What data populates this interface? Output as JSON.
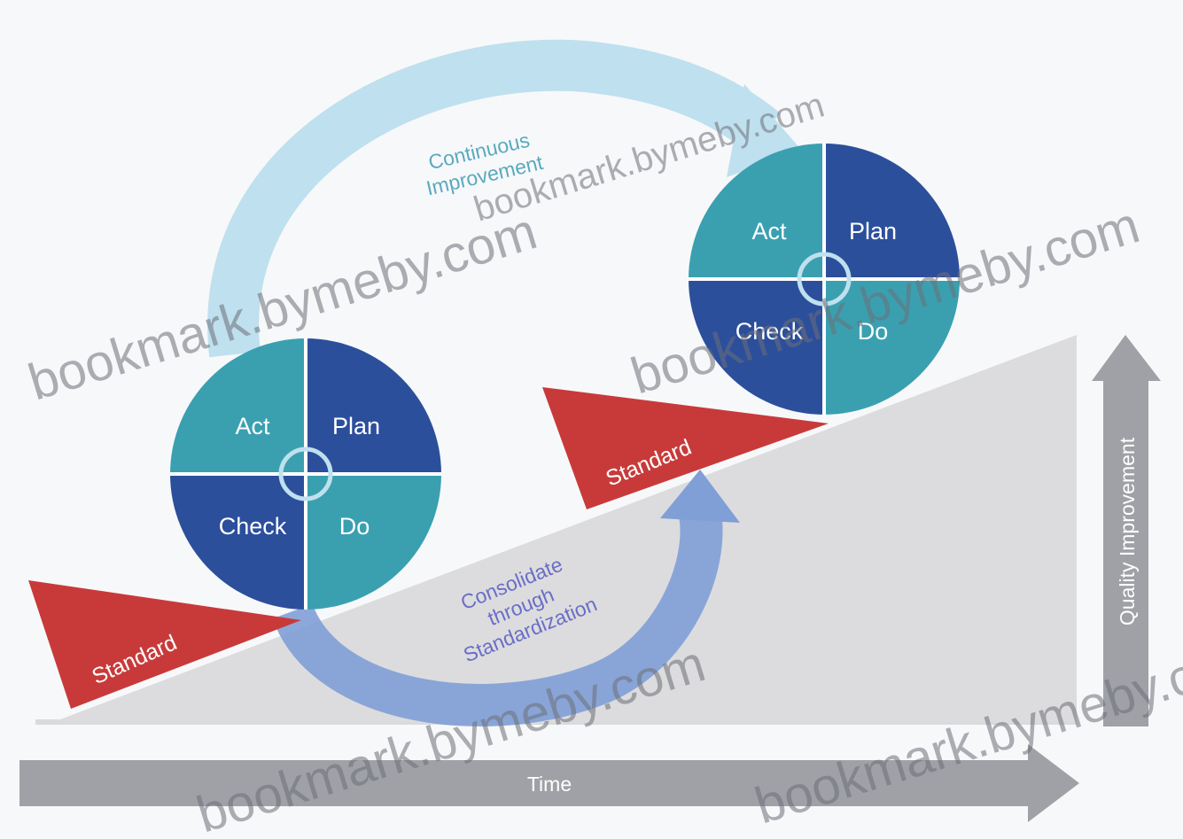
{
  "cycles": [
    {
      "quadrants": {
        "act": "Act",
        "plan": "Plan",
        "check": "Check",
        "do": "Do"
      },
      "standard_label": "Standard"
    },
    {
      "quadrants": {
        "act": "Act",
        "plan": "Plan",
        "check": "Check",
        "do": "Do"
      },
      "standard_label": "Standard"
    }
  ],
  "arrows": {
    "improvement": {
      "line1": "Continuous",
      "line2": "Improvement"
    },
    "consolidate": {
      "line1": "Consolidate",
      "line2": "through",
      "line3": "Standardization"
    }
  },
  "axes": {
    "time": "Time",
    "quality": "Quality Improvement"
  },
  "watermark": [
    "bookmark.bymeby.com",
    "bookmark.bymeby.com",
    "bookmark.bymeby.com",
    "bookmark.bymeby.com",
    "bookmark.bymeby.com"
  ],
  "colors": {
    "ramp": "#dcdcde",
    "axis": "#a0a1a6",
    "standard": "#c83a3a",
    "dark_blue": "#2c4f9c",
    "teal": "#3aa0b0",
    "light_arrow": "#bfe0ee",
    "mid_arrow": "#7f9fd6"
  }
}
